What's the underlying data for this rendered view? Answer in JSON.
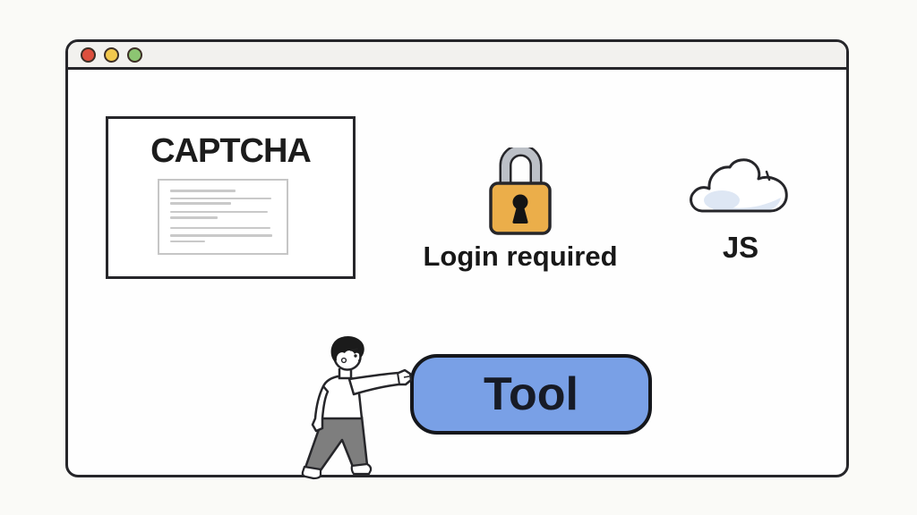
{
  "window": {
    "name": "browser-window",
    "traffic_lights": [
      {
        "name": "close",
        "style": "background:#DC4F3D"
      },
      {
        "name": "minimize",
        "style": "background:#F2C84D"
      },
      {
        "name": "maximize",
        "style": "background:#8CC572"
      }
    ]
  },
  "captcha": {
    "title": "CAPTCHA",
    "text_lines": [
      "width:62%;margin-top:0",
      "width:96%;margin-top:6px",
      "width:58%;margin-top:3px",
      "width:92%;margin-top:7px",
      "width:45%;margin-top:4px",
      "width:95%;margin-top:9px",
      "width:97%;margin-top:6px",
      "width:33%;margin-top:4px"
    ]
  },
  "auth": {
    "label": "Login required"
  },
  "cloud": {
    "label": "JS"
  },
  "tool": {
    "label": "Tool",
    "style": "background:#79A0E6"
  },
  "colors": {
    "window_border": "#26262A",
    "titlebar_bg": "#F2F1EE",
    "button_blue": "#79A0E6",
    "lock_gold": "#EBAE4A",
    "shackle_gray": "#BCC0C7",
    "cloud_shade": "#DEE7F4",
    "pants_gray": "#7E7E7E"
  }
}
